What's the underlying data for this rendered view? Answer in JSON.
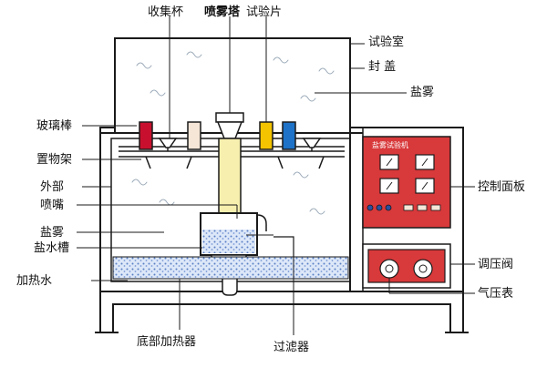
{
  "labels": {
    "collector_cup": "收集杯",
    "spray_tower": "喷雾塔",
    "test_piece": "试验片",
    "chamber": "试验室",
    "cover": "封 盖",
    "salt_fog_top": "盐雾",
    "glass_rod": "玻璃棒",
    "rack": "置物架",
    "outer_shell": "外部",
    "nozzle": "喷嘴",
    "salt_fog_left": "盐雾",
    "brine_tank": "盐水槽",
    "heating_water": "加热水",
    "control_panel": "控制面板",
    "pressure_valve": "调压阀",
    "pressure_gauge": "气压表",
    "bottom_heater": "底部加热器",
    "filter": "过滤器"
  },
  "panel": {
    "title": "盐雾试验机"
  },
  "colors": {
    "outline": "#1a1a1a",
    "panel_red": "#d8393b",
    "tower_yellow": "#f6efae",
    "water_blue": "#6b8fd0",
    "sample_red": "#c8102e",
    "sample_yellow": "#f4c400",
    "sample_blue": "#1e73c8",
    "sample_cream": "#f5e6d8"
  }
}
